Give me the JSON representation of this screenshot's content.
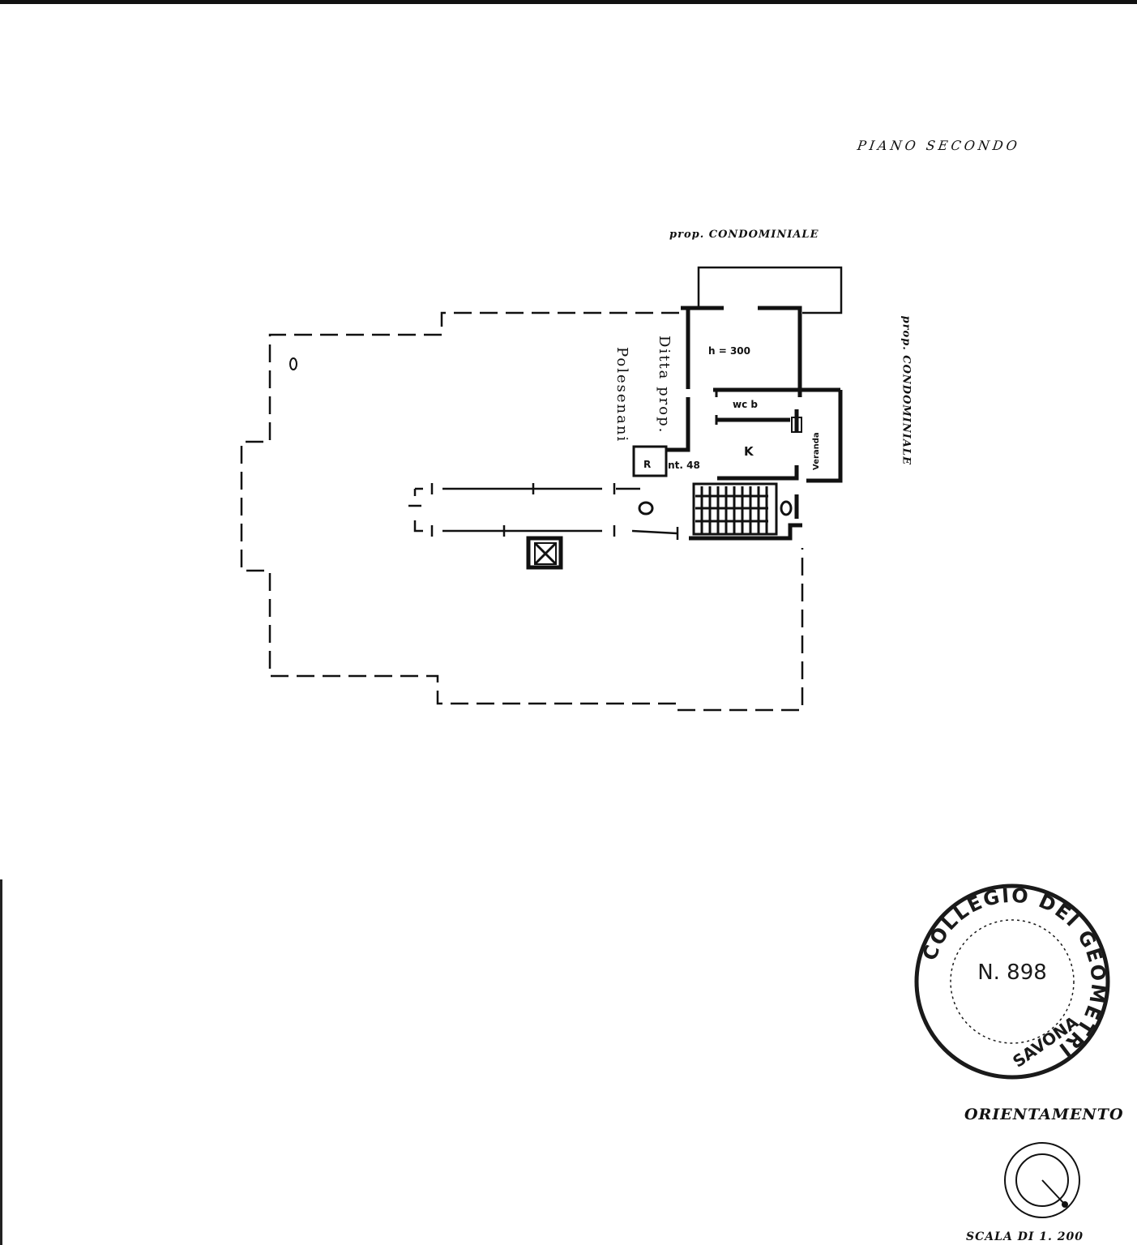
{
  "sheet": {
    "title": "PIANO SECONDO",
    "note_top": "prop. CONDOMINIALE",
    "note_right": "prop. CONDOMINIALE"
  },
  "plan": {
    "owner_line1": "Ditta prop.",
    "owner_line2": "Polesenani",
    "rooms": {
      "height": "h = 300",
      "wc": "wc b",
      "kitchen": "K",
      "veranda": "Veranda",
      "r": "R",
      "int": "int. 48"
    }
  },
  "stamp": {
    "top_text": "COLLEGIO DEI GEOMETRI",
    "number": "N. 898",
    "bottom_text": "SAVONA"
  },
  "footer": {
    "orientation_label": "ORIENTAMENTO",
    "scale_label": "SCALA DI 1. 200"
  },
  "colors": {
    "ink": "#111111",
    "paper": "#ffffff",
    "stamp_ink": "#1a1a1a"
  }
}
